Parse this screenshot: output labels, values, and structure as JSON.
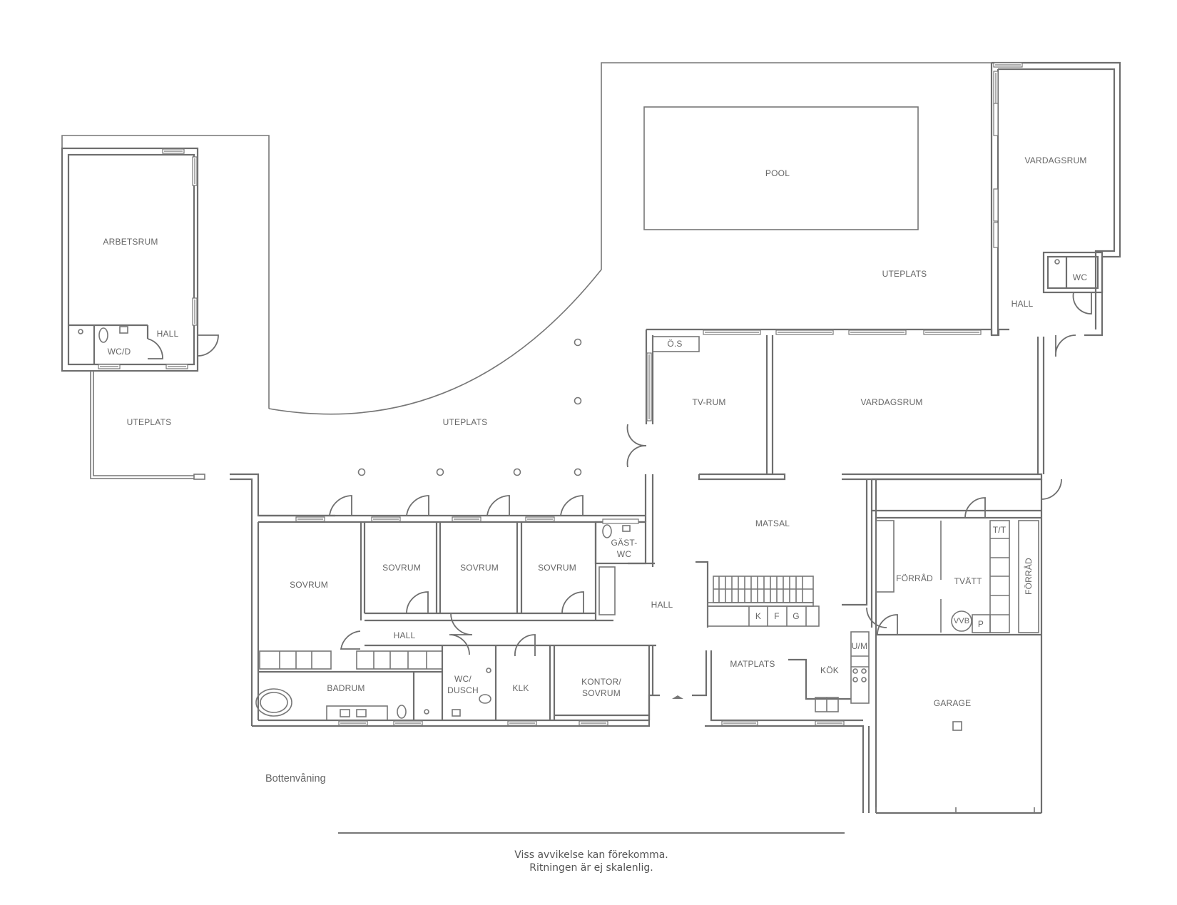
{
  "plan": {
    "floor_name": "Bottenvåning",
    "disclaimer_line1": "Viss avvikelse kan förekomma.",
    "disclaimer_line2": "Ritningen är ej skalenlig.",
    "rooms": {
      "arbetsrum": "ARBETSRUM",
      "wc_d": "WC/D",
      "hall_annex": "HALL",
      "uteplats_left": "UTEPLATS",
      "uteplats_center": "UTEPLATS",
      "pool": "POOL",
      "uteplats_pool": "UTEPLATS",
      "vardagsrum_upper": "VARDAGSRUM",
      "wc_upper": "WC",
      "hall_upper": "HALL",
      "os": "Ö.S",
      "tv_rum": "TV-RUM",
      "vardagsrum": "VARDAGSRUM",
      "matsal": "MATSAL",
      "sovrum_1": "SOVRUM",
      "sovrum_2": "SOVRUM",
      "sovrum_3": "SOVRUM",
      "sovrum_4": "SOVRUM",
      "gast_wc": "GÄST-\nWC",
      "hall_main": "HALL",
      "hall_bedrooms": "HALL",
      "badrum": "BADRUM",
      "wc_dusch": "WC/\nDUSCH",
      "klk": "KLK",
      "kontor_sovrum": "KONTOR/\nSOVRUM",
      "matplats": "MATPLATS",
      "kok": "KÖK",
      "um": "U/M",
      "k": "K",
      "f": "F",
      "g": "G",
      "forrad_1": "FÖRRÅD",
      "tvatt": "TVÄTT",
      "forrad_2": "FÖRRÅD",
      "tt": "T/T",
      "vvb": "VVB",
      "p": "P",
      "garage": "GARAGE"
    }
  }
}
